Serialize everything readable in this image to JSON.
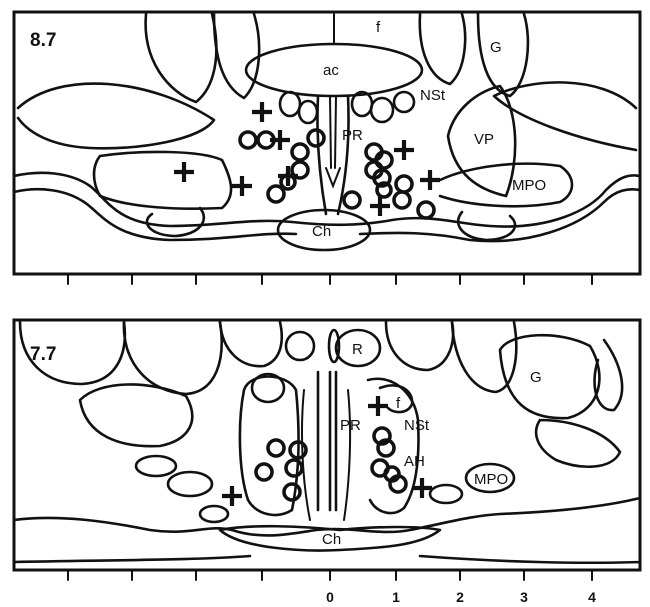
{
  "panels": [
    {
      "level": "8.7",
      "labels": {
        "f": "f",
        "ac": "ac",
        "G": "G",
        "NSt": "NSt",
        "PR": "PR",
        "VP": "VP",
        "MPO": "MPO",
        "Ch": "Ch"
      },
      "circle_count": 16,
      "plus_count": 8
    },
    {
      "level": "7.7",
      "labels": {
        "R": "R",
        "G": "G",
        "f": "f",
        "PR": "PR",
        "NSt": "NSt",
        "AH": "AH",
        "MPO": "MPO",
        "Ch": "Ch"
      },
      "circle_count": 10,
      "plus_count": 3
    }
  ],
  "scale": {
    "labels": [
      "0",
      "1",
      "2",
      "3",
      "4"
    ]
  },
  "colors": {
    "ink": "#111111",
    "background": "#ffffff"
  }
}
